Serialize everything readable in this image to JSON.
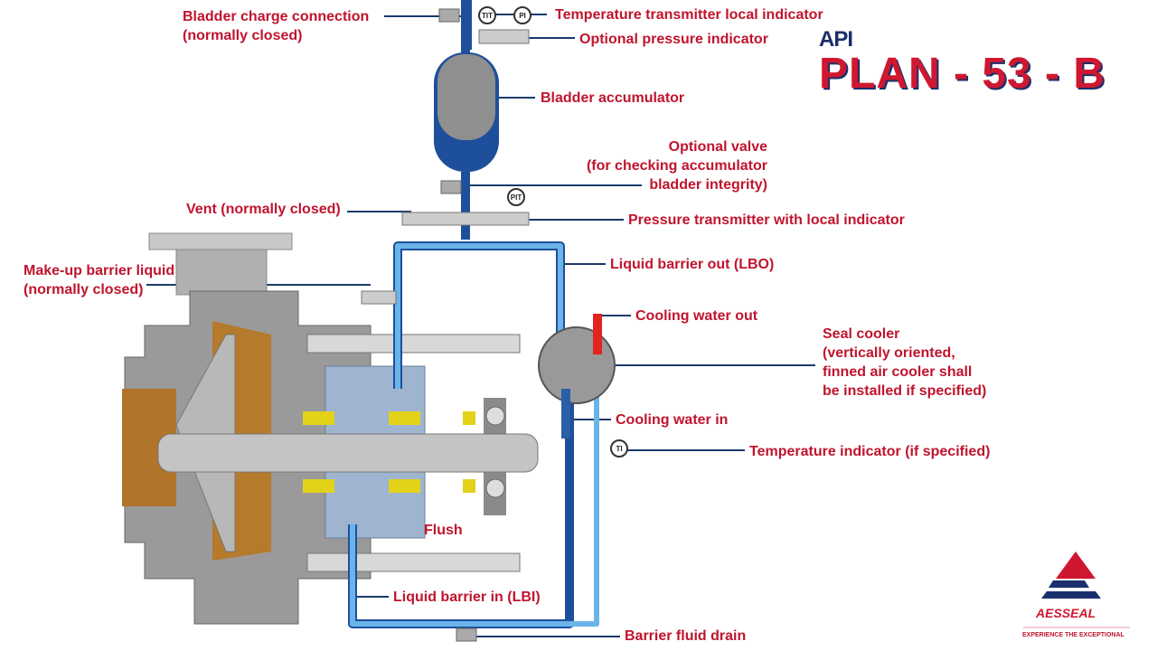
{
  "title": {
    "api": "API",
    "plan": "PLAN - 53 - B"
  },
  "labels": {
    "bladder_charge": [
      "Bladder charge connection",
      "(normally closed)"
    ],
    "temp_transmitter": "Temperature transmitter local indicator",
    "pressure_indicator": "Optional pressure indicator",
    "bladder_accumulator": "Bladder accumulator",
    "optional_valve": [
      "Optional valve",
      "(for checking accumulator",
      "bladder integrity)"
    ],
    "vent": "Vent (normally closed)",
    "pressure_transmitter": "Pressure transmitter with local indicator",
    "makeup": [
      "Make-up barrier liquid",
      "(normally closed)"
    ],
    "lbo": "Liquid barrier out (LBO)",
    "cooling_out": "Cooling water out",
    "seal_cooler": [
      "Seal cooler",
      "(vertically oriented,",
      "finned air cooler shall",
      "be installed if specified)"
    ],
    "cooling_in": "Cooling water in",
    "temp_indicator": "Temperature indicator (if specified)",
    "flush": "Flush",
    "lbi": "Liquid barrier in (LBI)",
    "drain": "Barrier fluid drain"
  },
  "instruments": {
    "tit": "TIT",
    "pi": "PI",
    "pit": "PIT",
    "ti": "TI"
  },
  "logo": {
    "brand": "AESSEAL",
    "tagline": "EXPERIENCE THE EXCEPTIONAL"
  },
  "colors": {
    "label": "#c0142d",
    "leader": "#1a3a6b",
    "barrier_pipe": "#6ab4ea",
    "accumulator": "#1e4f9c",
    "title": "#d01730"
  }
}
